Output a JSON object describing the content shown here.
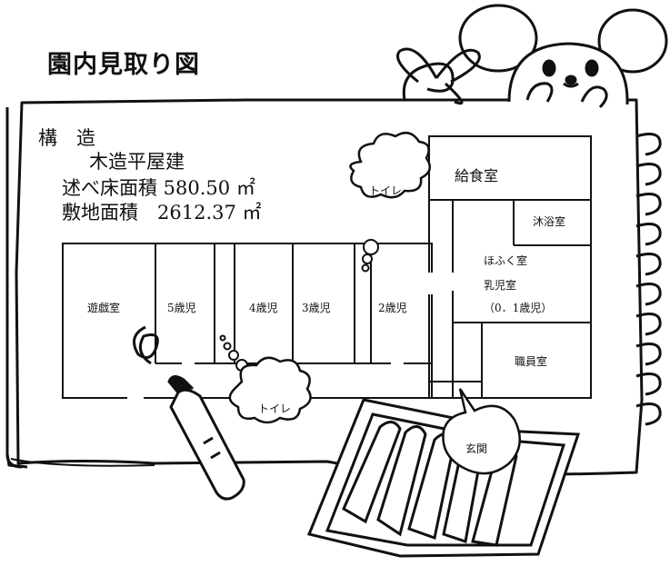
{
  "title": "園内見取り図",
  "structure": {
    "label": "構　造",
    "type": "木造平屋建",
    "floor_area": "述べ床面積 580.50 ㎡",
    "site_area": "敷地面積　2612.37 ㎡"
  },
  "rooms": {
    "kitchen": "給食室",
    "bath": "沐浴室",
    "nursing": "ほふく室",
    "infant": "乳児室",
    "infant_age": "（0．1歳児）",
    "staff": "職員室",
    "play": "遊戯室",
    "age5": "5歳児",
    "age4": "4歳児",
    "age3": "3歳児",
    "age2": "2歳児",
    "entrance": "玄関"
  },
  "callouts": {
    "toilet_top": "トイレ",
    "toilet_bottom": "トイレ"
  }
}
